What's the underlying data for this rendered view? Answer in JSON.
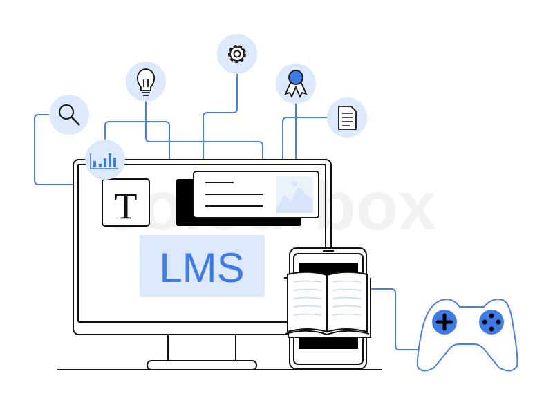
{
  "screen": {
    "title": "LMS",
    "text_icon_letter": "T"
  },
  "watermark": "colourbox",
  "icons": [
    "search-icon",
    "chart-icon",
    "lightbulb-icon",
    "gear-icon",
    "award-icon",
    "document-icon",
    "image-icon",
    "book-icon",
    "gamepad-icon"
  ],
  "colors": {
    "accent": "#3f7be6",
    "accent_light": "#dce8fb",
    "outline": "#111111",
    "line": "#4a7fe0"
  }
}
